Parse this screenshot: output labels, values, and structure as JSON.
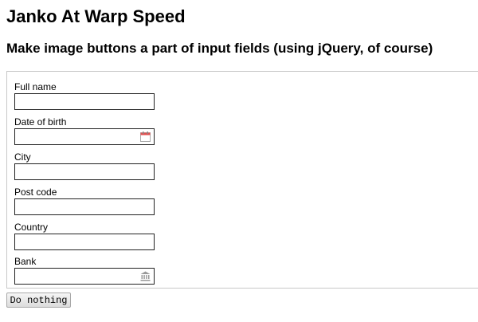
{
  "title": "Janko At Warp Speed",
  "subtitle": "Make image buttons a part of input fields (using jQuery, of course)",
  "fields": [
    {
      "label": "Full name",
      "value": ""
    },
    {
      "label": "Date of birth",
      "value": "",
      "icon": "calendar-icon"
    },
    {
      "label": "City",
      "value": ""
    },
    {
      "label": "Post code",
      "value": ""
    },
    {
      "label": "Country",
      "value": ""
    },
    {
      "label": "Bank",
      "value": "",
      "icon": "bank-icon"
    }
  ],
  "button": "Do nothing"
}
